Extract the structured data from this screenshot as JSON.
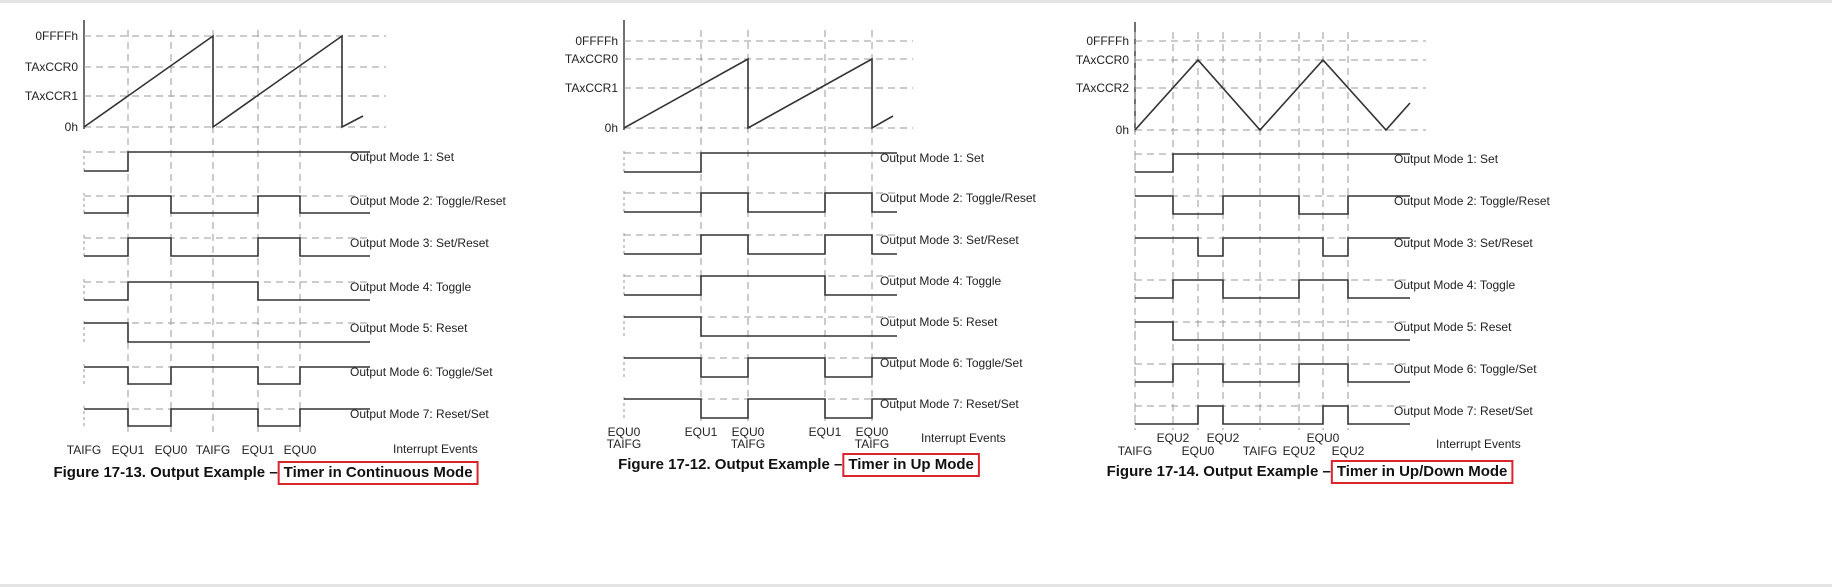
{
  "figures": [
    {
      "id": "continuous",
      "number": "Figure 17-13. Output Example –",
      "title": "Timer in Continuous Mode",
      "y_labels": [
        "0FFFFh",
        "TAxCCR0",
        "TAxCCR1",
        "0h"
      ],
      "modes": [
        "Output Mode 1: Set",
        "Output Mode 2: Toggle/Reset",
        "Output Mode 3: Set/Reset",
        "Output Mode 4: Toggle",
        "Output Mode 5: Reset",
        "Output Mode 6: Toggle/Set",
        "Output Mode 7: Reset/Set"
      ],
      "events": [
        {
          "label": "TAIFG",
          "sub": ""
        },
        {
          "label": "EQU1",
          "sub": ""
        },
        {
          "label": "EQU0",
          "sub": ""
        },
        {
          "label": "TAIFG",
          "sub": ""
        },
        {
          "label": "EQU1",
          "sub": ""
        },
        {
          "label": "EQU0",
          "sub": ""
        }
      ],
      "interrupt_label": "Interrupt Events"
    },
    {
      "id": "up",
      "number": "Figure 17-12. Output Example –",
      "title": "Timer in Up Mode",
      "y_labels": [
        "0FFFFh",
        "TAxCCR0",
        "TAxCCR1",
        "0h"
      ],
      "modes": [
        "Output Mode 1: Set",
        "Output Mode 2: Toggle/Reset",
        "Output Mode 3: Set/Reset",
        "Output Mode 4: Toggle",
        "Output Mode 5: Reset",
        "Output Mode 6: Toggle/Set",
        "Output Mode 7: Reset/Set"
      ],
      "events": [
        {
          "label": "EQU0",
          "sub": "TAIFG"
        },
        {
          "label": "EQU1",
          "sub": ""
        },
        {
          "label": "EQU0",
          "sub": "TAIFG"
        },
        {
          "label": "EQU1",
          "sub": ""
        },
        {
          "label": "EQU0",
          "sub": "TAIFG"
        }
      ],
      "interrupt_label": "Interrupt Events"
    },
    {
      "id": "updown",
      "number": "Figure 17-14. Output Example –",
      "title": "Timer in Up/Down Mode",
      "y_labels": [
        "0FFFFh",
        "TAxCCR0",
        "TAxCCR2",
        "0h"
      ],
      "modes": [
        "Output Mode 1: Set",
        "Output Mode 2: Toggle/Reset",
        "Output Mode 3: Set/Reset",
        "Output Mode 4: Toggle",
        "Output Mode 5: Reset",
        "Output Mode 6: Toggle/Set",
        "Output Mode 7: Reset/Set"
      ],
      "events": [
        {
          "label": "TAIFG",
          "sub": ""
        },
        {
          "label": "EQU2",
          "sub": ""
        },
        {
          "label": "EQU0",
          "sub": ""
        },
        {
          "label": "EQU2",
          "sub": ""
        },
        {
          "label": "TAIFG",
          "sub": ""
        },
        {
          "label": "EQU2",
          "sub": ""
        },
        {
          "label": "EQU0",
          "sub": ""
        },
        {
          "label": "EQU2",
          "sub": ""
        }
      ],
      "interrupt_label": "Interrupt Events"
    }
  ]
}
